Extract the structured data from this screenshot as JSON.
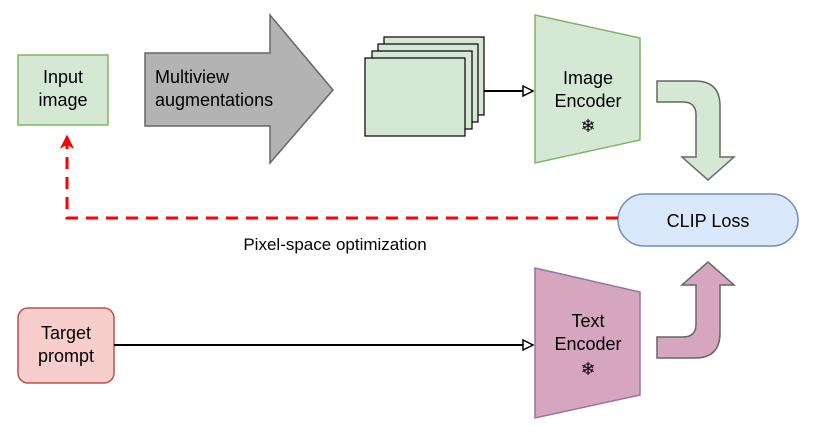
{
  "nodes": {
    "input_image": {
      "line1": "Input",
      "line2": "image"
    },
    "augment": {
      "line1": "Multiview",
      "line2": "augmentations"
    },
    "image_encoder": {
      "line1": "Image",
      "line2": "Encoder",
      "frozen_symbol": "❄"
    },
    "clip_loss": {
      "label": "CLIP Loss"
    },
    "target_prompt": {
      "line1": "Target",
      "line2": "prompt"
    },
    "text_encoder": {
      "line1": "Text",
      "line2": "Encoder",
      "frozen_symbol": "❄"
    }
  },
  "edges": {
    "feedback_label": "Pixel-space optimization"
  },
  "colors": {
    "green_fill": "#d5e8d4",
    "green_stroke": "#82b366",
    "gray_fill": "#b3b3b3",
    "gray_stroke": "#666666",
    "blue_fill": "#dae8fc",
    "blue_stroke": "#6c8ebf",
    "pink_fill": "#f8cecc",
    "pink_stroke": "#b85450",
    "purple_fill": "#d5a6bd",
    "purple_stroke": "#9673a6",
    "feedback_red": "#ff0000"
  }
}
